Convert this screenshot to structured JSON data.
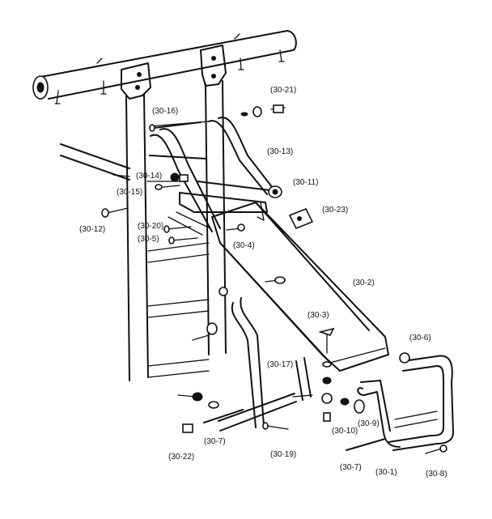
{
  "labels": {
    "l_30_21": "(30-21)",
    "l_30_16": "(30-16)",
    "l_30_13": "(30-13)",
    "l_30_14": "(30-14)",
    "l_30_15": "(30-15)",
    "l_30_11": "(30-11)",
    "l_30_12": "(30-12)",
    "l_30_20": "(30-20)",
    "l_30_23": "(30-23)",
    "l_30_5": "(30-5)",
    "l_30_4": "(30-4)",
    "l_30_2": "(30-2)",
    "l_30_3": "(30-3)",
    "l_30_6": "(30-6)",
    "l_30_17": "(30-17)",
    "l_30_10": "(30-10)",
    "l_30_9": "(30-9)",
    "l_30_7a": "(30-7)",
    "l_30_22": "(30-22)",
    "l_30_19": "(30-19)",
    "l_30_7b": "(30-7)",
    "l_30_1": "(30-1)",
    "l_30_8": "(30-8)"
  }
}
